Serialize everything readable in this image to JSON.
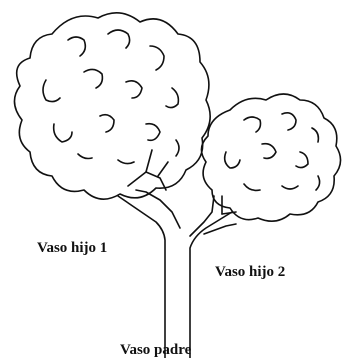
{
  "labels": {
    "child_vessel_1": "Vaso hijo 1",
    "child_vessel_2": "Vaso hijo 2",
    "parent_vessel": "Vaso padre"
  },
  "colors": {
    "stroke": "#111111",
    "background": "#ffffff"
  }
}
